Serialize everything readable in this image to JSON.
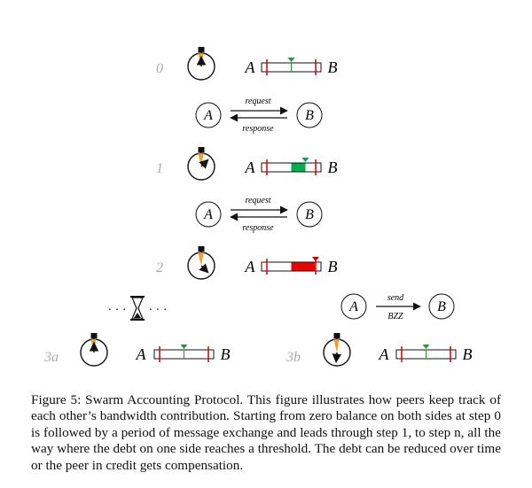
{
  "figure": {
    "steps": [
      {
        "id": "step-0",
        "label": "0",
        "side_a": "A",
        "side_b": "B",
        "state": "balanced",
        "hand": "up"
      },
      {
        "id": "step-1",
        "label": "1",
        "side_a": "A",
        "side_b": "B",
        "state": "positive",
        "hand": "up-right"
      },
      {
        "id": "step-2",
        "label": "2",
        "side_a": "A",
        "side_b": "B",
        "state": "threshold",
        "hand": "down-right"
      },
      {
        "id": "step-3a",
        "label": "3a",
        "side_a": "A",
        "side_b": "B",
        "state": "balanced",
        "hand": "up"
      },
      {
        "id": "step-3b",
        "label": "3b",
        "side_a": "A",
        "side_b": "B",
        "state": "balanced",
        "hand": "down"
      }
    ],
    "exchanges": [
      {
        "id": "exchange-1",
        "node_a": "A",
        "node_b": "B",
        "request_label": "request",
        "response_label": "response"
      },
      {
        "id": "exchange-2",
        "node_a": "A",
        "node_b": "B",
        "request_label": "request",
        "response_label": "response"
      }
    ],
    "settlement": {
      "node_a": "A",
      "node_b": "B",
      "label_top": "send",
      "label_bottom": "BZZ"
    },
    "wait": {
      "left": "· · ·",
      "right": "· · ·",
      "icon": "hourglass-icon"
    },
    "colors": {
      "pointer_green": "#1a9b3a",
      "fill_green": "#00b050",
      "fill_red": "#ee0000",
      "threshold_red": "#cc0000",
      "clock_orange": "#f0a030"
    }
  },
  "caption": {
    "text": "Figure 5: Swarm Accounting Protocol. This figure illustrates how peers keep track of each other’s bandwidth contribution. Starting from zero balance on both sides at step 0 is followed by a period of message exchange and leads through step 1, to step n, all the way where the debt on one side reaches a threshold. The debt can be reduced over time or the peer in credit gets compensation."
  }
}
